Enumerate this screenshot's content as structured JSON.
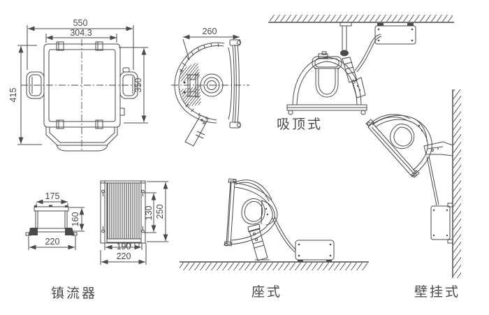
{
  "drawing": {
    "views": {
      "front": {
        "dim_overall_width": "550",
        "dim_inner_width": "304.3",
        "dim_overall_height": "415",
        "dim_body_height": "350"
      },
      "side": {
        "dim_depth": "260"
      },
      "ceiling": {
        "label": "吸顶式"
      },
      "ballast": {
        "label": "镇流器",
        "dim_top_width": "175",
        "dim_front_height": "160",
        "dim_front_base_width": "220",
        "dim_hole_spacing": "130",
        "dim_side_height": "250",
        "dim_inner_width": "190",
        "dim_side_base_width": "220"
      },
      "ground": {
        "label": "座式"
      },
      "wall": {
        "label": "壁挂式"
      }
    },
    "colors": {
      "line": "#4a4a4a",
      "background": "#ffffff"
    }
  }
}
